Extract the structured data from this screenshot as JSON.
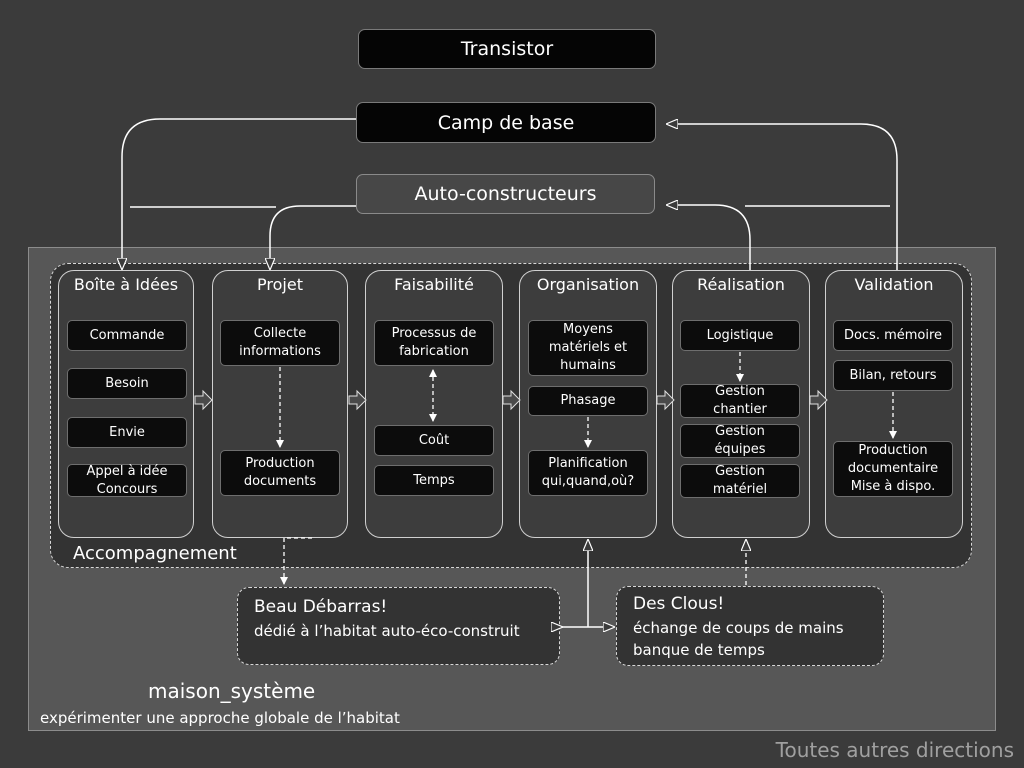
{
  "header": {
    "transistor": "Transistor",
    "camp_de_base": "Camp de base",
    "auto_constructeurs": "Auto-constructeurs"
  },
  "columns": [
    {
      "title": "Boîte à Idées",
      "items": [
        "Commande",
        "Besoin",
        "Envie",
        "Appel à idée\nConcours"
      ]
    },
    {
      "title": "Projet",
      "items": [
        "Collecte\ninformations",
        "Production\ndocuments"
      ]
    },
    {
      "title": "Faisabilité",
      "items": [
        "Processus de\nfabrication",
        "Coût",
        "Temps"
      ]
    },
    {
      "title": "Organisation",
      "items": [
        "Moyens\nmatériels et\nhumains",
        "Phasage",
        "Planification\nqui,quand,où?"
      ]
    },
    {
      "title": "Réalisation",
      "items": [
        "Logistique",
        "Gestion\nchantier",
        "Gestion\néquipes",
        "Gestion\nmatériel"
      ]
    },
    {
      "title": "Validation",
      "items": [
        "Docs. mémoire",
        "Bilan, retours",
        "Production\ndocumentaire\nMise à dispo."
      ]
    }
  ],
  "accompagnement": "Accompagnement",
  "notes": {
    "beau_debarras": {
      "title": "Beau Débarras!",
      "line1": "dédié à l’habitat auto-éco-construit"
    },
    "des_clous": {
      "title": "Des Clous!",
      "line1": "échange de coups de mains",
      "line2": "banque de temps"
    }
  },
  "footer": {
    "maison_systeme": "maison_système",
    "subtitle": "expérimenter une approche globale de l’habitat",
    "toutes_directions": "Toutes autres directions"
  },
  "colors": {
    "background": "#3b3b3b",
    "region": "#575757",
    "box_black": "#050505",
    "line": "#ffffff"
  }
}
